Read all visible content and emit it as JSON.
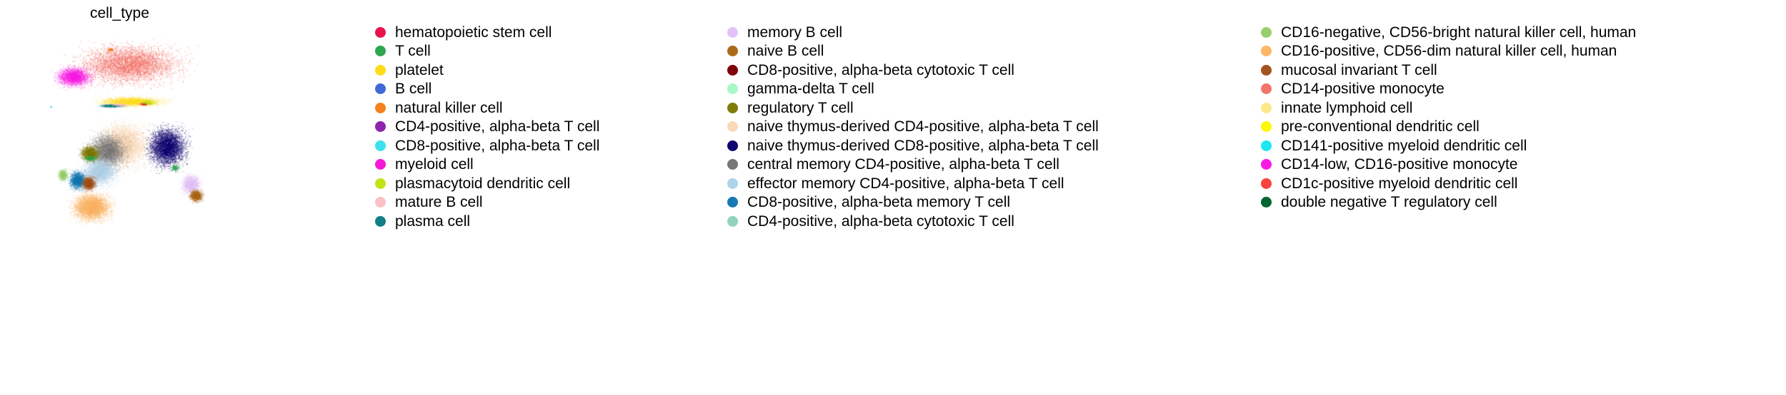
{
  "plot": {
    "title": "cell_type",
    "type": "umap-scatter",
    "background": "#ffffff"
  },
  "chart_data": {
    "type": "scatter",
    "title": "cell_type",
    "xlabel": "",
    "ylabel": "",
    "legend_position": "right",
    "grid": false,
    "axes_visible": false,
    "categories": [
      "hematopoietic stem cell",
      "T cell",
      "platelet",
      "B cell",
      "natural killer cell",
      "CD4-positive, alpha-beta T cell",
      "CD8-positive, alpha-beta T cell",
      "myeloid cell",
      "plasmacytoid dendritic cell",
      "mature B cell",
      "plasma cell",
      "memory B cell",
      "naive B cell",
      "CD8-positive, alpha-beta cytotoxic T cell",
      "gamma-delta T cell",
      "regulatory T cell",
      "naive thymus-derived CD4-positive, alpha-beta T cell",
      "naive thymus-derived CD8-positive, alpha-beta T cell",
      "central memory CD4-positive, alpha-beta T cell",
      "effector memory CD4-positive, alpha-beta T cell",
      "CD8-positive, alpha-beta memory T cell",
      "CD4-positive, alpha-beta cytotoxic T cell",
      "CD16-negative, CD56-bright natural killer cell, human",
      "CD16-positive, CD56-dim natural killer cell, human",
      "mucosal invariant T cell",
      "CD14-positive monocyte",
      "innate lymphoid cell",
      "pre-conventional dendritic cell",
      "CD141-positive myeloid dendritic cell",
      "CD14-low, CD16-positive monocyte",
      "CD1c-positive myeloid dendritic cell",
      "double negative T regulatory cell"
    ],
    "colors": [
      "#e8134c",
      "#2ca74e",
      "#ffdd18",
      "#4069d6",
      "#f58220",
      "#8e23b0",
      "#3ce2ec",
      "#f819d8",
      "#c3e318",
      "#f9c0c6",
      "#127f86",
      "#e3c3f7",
      "#ab6a1a",
      "#7e0008",
      "#a8f7c7",
      "#807c07",
      "#fbd9b8",
      "#100470",
      "#777777",
      "#aed2e8",
      "#1679b4",
      "#92d2bd",
      "#98cf6c",
      "#fcb766",
      "#a5531e",
      "#f4756a",
      "#fbe888",
      "#fdf806",
      "#1ee6f4",
      "#f919e5",
      "#f7453d",
      "#046631"
    ],
    "clusters": [
      {
        "label": "CD14-positive monocyte",
        "color": "#f4756a",
        "cx": 0.55,
        "cy": 0.2,
        "rx": 0.27,
        "ry": 0.1,
        "n": 9000
      },
      {
        "label": "CD14-low, CD16-positive monocyte",
        "color": "#f919e5",
        "cx": 0.27,
        "cy": 0.26,
        "rx": 0.09,
        "ry": 0.05,
        "n": 3500
      },
      {
        "label": "platelet",
        "color": "#ffdd18",
        "cx": 0.56,
        "cy": 0.38,
        "rx": 0.17,
        "ry": 0.025,
        "n": 2800
      },
      {
        "label": "naive thymus-derived CD4-positive, alpha-beta T cell",
        "color": "#fbd9b8",
        "cx": 0.52,
        "cy": 0.59,
        "rx": 0.13,
        "ry": 0.11,
        "n": 9000
      },
      {
        "label": "naive thymus-derived CD8-positive, alpha-beta T cell",
        "color": "#100470",
        "cx": 0.74,
        "cy": 0.6,
        "rx": 0.1,
        "ry": 0.1,
        "n": 7000
      },
      {
        "label": "central memory CD4-positive, alpha-beta T cell",
        "color": "#777777",
        "cx": 0.44,
        "cy": 0.62,
        "rx": 0.1,
        "ry": 0.09,
        "n": 5000
      },
      {
        "label": "effector memory CD4-positive, alpha-beta T cell",
        "color": "#aed2e8",
        "cx": 0.4,
        "cy": 0.72,
        "rx": 0.09,
        "ry": 0.07,
        "n": 4000
      },
      {
        "label": "regulatory T cell",
        "color": "#807c07",
        "cx": 0.35,
        "cy": 0.63,
        "rx": 0.05,
        "ry": 0.04,
        "n": 2000
      },
      {
        "label": "CD16-positive, CD56-dim natural killer cell, human",
        "color": "#fcb766",
        "cx": 0.36,
        "cy": 0.89,
        "rx": 0.1,
        "ry": 0.07,
        "n": 6500
      },
      {
        "label": "CD8-positive, alpha-beta memory T cell",
        "color": "#1679b4",
        "cx": 0.29,
        "cy": 0.76,
        "rx": 0.045,
        "ry": 0.045,
        "n": 2500
      },
      {
        "label": "mucosal invariant T cell",
        "color": "#a5531e",
        "cx": 0.345,
        "cy": 0.775,
        "rx": 0.035,
        "ry": 0.035,
        "n": 1800
      },
      {
        "label": "memory B cell",
        "color": "#e3c3f7",
        "cx": 0.86,
        "cy": 0.78,
        "rx": 0.05,
        "ry": 0.05,
        "n": 2200
      },
      {
        "label": "naive B cell",
        "color": "#ab6a1a",
        "cx": 0.885,
        "cy": 0.835,
        "rx": 0.035,
        "ry": 0.03,
        "n": 1500
      },
      {
        "label": "CD16-negative, CD56-bright natural killer cell, human",
        "color": "#98cf6c",
        "cx": 0.215,
        "cy": 0.735,
        "rx": 0.025,
        "ry": 0.03,
        "n": 900
      },
      {
        "label": "plasmacytoid dendritic cell",
        "color": "#c3e318",
        "cx": 0.64,
        "cy": 0.385,
        "rx": 0.03,
        "ry": 0.012,
        "n": 500
      },
      {
        "label": "plasma cell",
        "color": "#127f86",
        "cx": 0.46,
        "cy": 0.4,
        "rx": 0.06,
        "ry": 0.008,
        "n": 600
      }
    ],
    "note": "Dense UMAP embedding of PBMC single cells colored by cell_type annotation; axes hidden."
  },
  "legend": {
    "columns": [
      {
        "entries": [
          {
            "label": "hematopoietic stem cell",
            "color": "#e8134c"
          },
          {
            "label": "T cell",
            "color": "#2ca74e"
          },
          {
            "label": "platelet",
            "color": "#ffdd18"
          },
          {
            "label": "B cell",
            "color": "#4069d6"
          },
          {
            "label": "natural killer cell",
            "color": "#f58220"
          },
          {
            "label": "CD4-positive, alpha-beta T cell",
            "color": "#8e23b0"
          },
          {
            "label": "CD8-positive, alpha-beta T cell",
            "color": "#3ce2ec"
          },
          {
            "label": "myeloid cell",
            "color": "#f819d8"
          },
          {
            "label": "plasmacytoid dendritic cell",
            "color": "#c3e318"
          },
          {
            "label": "mature B cell",
            "color": "#f9c0c6"
          },
          {
            "label": "plasma cell",
            "color": "#127f86"
          }
        ]
      },
      {
        "entries": [
          {
            "label": "memory B cell",
            "color": "#e3c3f7"
          },
          {
            "label": "naive B cell",
            "color": "#ab6a1a"
          },
          {
            "label": "CD8-positive, alpha-beta cytotoxic T cell",
            "color": "#7e0008"
          },
          {
            "label": "gamma-delta T cell",
            "color": "#a8f7c7"
          },
          {
            "label": "regulatory T cell",
            "color": "#807c07"
          },
          {
            "label": "naive thymus-derived CD4-positive, alpha-beta T cell",
            "color": "#fbd9b8"
          },
          {
            "label": "naive thymus-derived CD8-positive, alpha-beta T cell",
            "color": "#100470"
          },
          {
            "label": "central memory CD4-positive, alpha-beta T cell",
            "color": "#777777"
          },
          {
            "label": "effector memory CD4-positive, alpha-beta T cell",
            "color": "#aed2e8"
          },
          {
            "label": "CD8-positive, alpha-beta memory T cell",
            "color": "#1679b4"
          },
          {
            "label": "CD4-positive, alpha-beta cytotoxic T cell",
            "color": "#92d2bd"
          }
        ]
      },
      {
        "entries": [
          {
            "label": "CD16-negative, CD56-bright natural killer cell, human",
            "color": "#98cf6c"
          },
          {
            "label": "CD16-positive, CD56-dim natural killer cell, human",
            "color": "#fcb766"
          },
          {
            "label": "mucosal invariant T cell",
            "color": "#a5531e"
          },
          {
            "label": "CD14-positive monocyte",
            "color": "#f4756a"
          },
          {
            "label": "innate lymphoid cell",
            "color": "#fbe888"
          },
          {
            "label": "pre-conventional dendritic cell",
            "color": "#fdf806"
          },
          {
            "label": "CD141-positive myeloid dendritic cell",
            "color": "#1ee6f4"
          },
          {
            "label": "CD14-low, CD16-positive monocyte",
            "color": "#f919e5"
          },
          {
            "label": "CD1c-positive myeloid dendritic cell",
            "color": "#f7453d"
          },
          {
            "label": "double negative T regulatory cell",
            "color": "#046631"
          }
        ]
      }
    ]
  }
}
